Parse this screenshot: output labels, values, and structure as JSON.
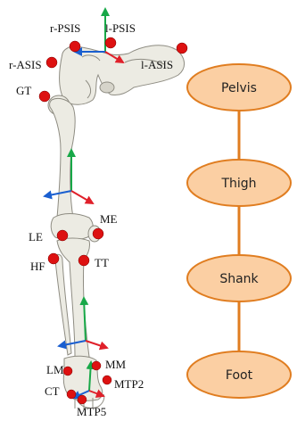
{
  "colors": {
    "bone": "#ecebe3",
    "bone_edge": "#8e8c82",
    "marker": "#dd1111",
    "axis_x": "#1a5fd0",
    "axis_y": "#18a848",
    "axis_z": "#e0202a",
    "segment_fill": "#fbcfa3",
    "segment_stroke": "#e07d20",
    "connector": "#e07d20"
  },
  "markers": {
    "r_psis": "r-PSIS",
    "l_psis": "l-PSIS",
    "r_asis": "r-ASIS",
    "l_asis": "l-ASIS",
    "gt": "GT",
    "le": "LE",
    "me": "ME",
    "hf": "HF",
    "tt": "TT",
    "lm": "LM",
    "mm": "MM",
    "ct": "CT",
    "mtp2": "MTP2",
    "mtp5": "MTP5"
  },
  "segments": {
    "pelvis": "Pelvis",
    "thigh": "Thigh",
    "shank": "Shank",
    "foot": "Foot"
  }
}
